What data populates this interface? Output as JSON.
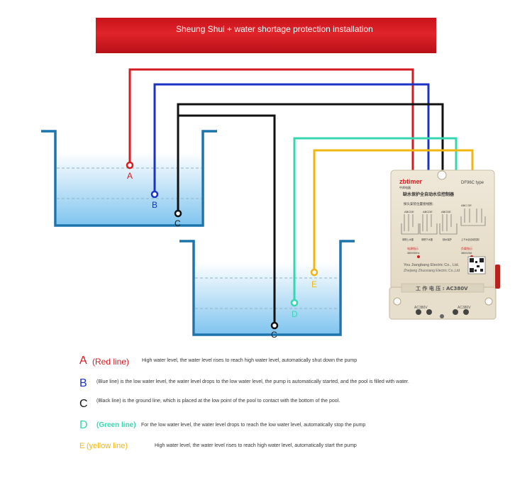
{
  "banner": {
    "title": "Sheung Shui + water shortage protection installation",
    "color": "#d41b22"
  },
  "colors": {
    "red": "#d41b22",
    "blue": "#1b33c2",
    "black": "#111111",
    "green": "#35d7b0",
    "yellow": "#f1b610",
    "tank": "#1c74ad"
  },
  "probes": {
    "a": "A",
    "b": "B",
    "c_upper": "C",
    "c_lower": "C",
    "d": "D",
    "e": "E"
  },
  "controller": {
    "brand": "zbtimer",
    "brand_cn": "中邦电器",
    "model": "DF96C type",
    "title_cn": "缺水保护全自动水位控制器",
    "subtitle_cn": "探头安装位置接线图:",
    "terminal_letters": [
      "ABCDE",
      "ABCDE",
      "ABCDE",
      "ABC DE"
    ],
    "mode_labels": [
      "单槽上水图",
      "单槽下水图",
      "缺水保护",
      "上下水全自动控制"
    ],
    "power_label_left": "电源指示",
    "power_spec_left": "380V/50Hz",
    "power_label_right": "负载指示",
    "power_spec_right": "380V/25A",
    "company": "You Jiangbang Electric Co., Ltd.",
    "company_sub": "Zhejiang Zhuoxiang Electric Co.,Ltd",
    "voltage_label": "工 作 电 压 : AC380V",
    "ac_left": "AC380V",
    "ac_right": "AC380V"
  },
  "legend": [
    {
      "letter": "A",
      "name": "(Red line)",
      "desc": "High water level, the water level rises to reach high water level, automatically shut down the pump",
      "color": "#d41b22"
    },
    {
      "letter": "B",
      "name": "",
      "desc": "(Blue line) is the low water level, the water level drops to the low water level, the pump is automatically started, and the pool is filled with water.",
      "color": "#1b33c2"
    },
    {
      "letter": "C",
      "name": "",
      "desc": "(Black line) is the ground line, which is placed at the low point of the pool to contact with the bottom of the pool.",
      "color": "#111111"
    },
    {
      "letter": "D",
      "name": "(Green line)",
      "desc": "For the low water level, the water level drops to reach the low water level, automatically stop the pump",
      "color": "#35d7b0"
    },
    {
      "letter": "E",
      "name": "(yellow line)",
      "desc": "High water level, the water level rises to reach high water level, automatically start the pump",
      "color": "#f1b610"
    }
  ]
}
